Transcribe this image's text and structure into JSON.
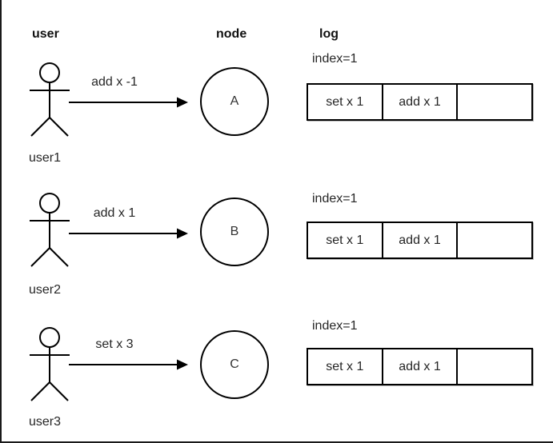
{
  "page": {
    "background": "#ffffff",
    "line_color": "#000000",
    "text_color": "#262626"
  },
  "headers": {
    "user": "user",
    "node": "node",
    "log": "log"
  },
  "rows": [
    {
      "user_label": "user1",
      "message": "add x -1",
      "node_label": "A",
      "log": {
        "index_label": "index=1",
        "entries": [
          "set x 1",
          "add x 1",
          ""
        ]
      }
    },
    {
      "user_label": "user2",
      "message": "add x 1",
      "node_label": "B",
      "log": {
        "index_label": "index=1",
        "entries": [
          "set x 1",
          "add x 1",
          ""
        ]
      }
    },
    {
      "user_label": "user3",
      "message": "set x 3",
      "node_label": "C",
      "log": {
        "index_label": "index=1",
        "entries": [
          "set x 1",
          "add x 1",
          ""
        ]
      }
    }
  ]
}
